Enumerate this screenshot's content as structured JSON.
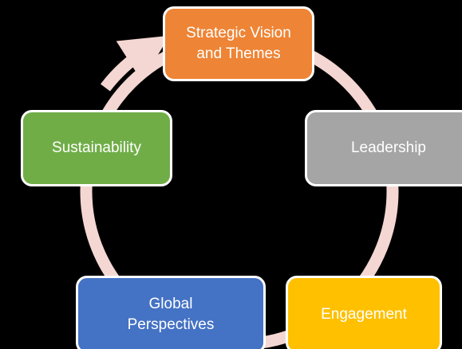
{
  "diagram": {
    "type": "cycle",
    "arrow_color": "#f4d7d2",
    "background": "#000000",
    "nodes": [
      {
        "id": "strategic",
        "label": "Strategic Vision\nand Themes",
        "color": "#ee8435"
      },
      {
        "id": "leadership",
        "label": "Leadership",
        "color": "#a5a5a5"
      },
      {
        "id": "engagement",
        "label": "Engagement",
        "color": "#ffc000"
      },
      {
        "id": "global",
        "label": "Global\nPerspectives",
        "color": "#4472c4"
      },
      {
        "id": "sustain",
        "label": "Sustainability",
        "color": "#70ad47"
      }
    ]
  }
}
